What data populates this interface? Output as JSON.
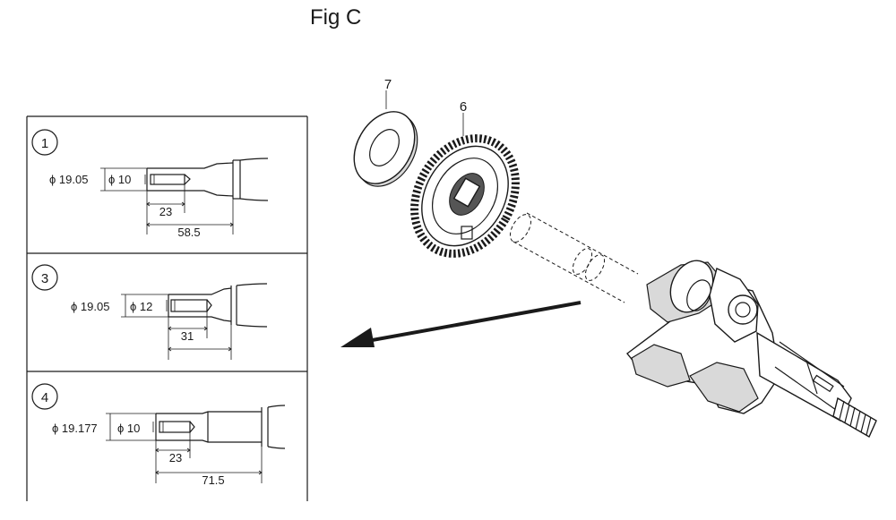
{
  "figure": {
    "title": "Fig C"
  },
  "panels": [
    {
      "number": "1",
      "outer_diameter": "ϕ 19.05",
      "inner_diameter": "ϕ 10",
      "depth": "23",
      "length": "58.5"
    },
    {
      "number": "3",
      "outer_diameter": "ϕ 19.05",
      "inner_diameter": "ϕ 12",
      "depth": "31"
    },
    {
      "number": "4",
      "outer_diameter": "ϕ 19.177",
      "inner_diameter": "ϕ 10",
      "depth": "23",
      "length": "71.5"
    }
  ],
  "callouts": {
    "washer": "7",
    "gear": "6"
  },
  "colors": {
    "line": "#1a1a1a",
    "background": "#ffffff"
  }
}
